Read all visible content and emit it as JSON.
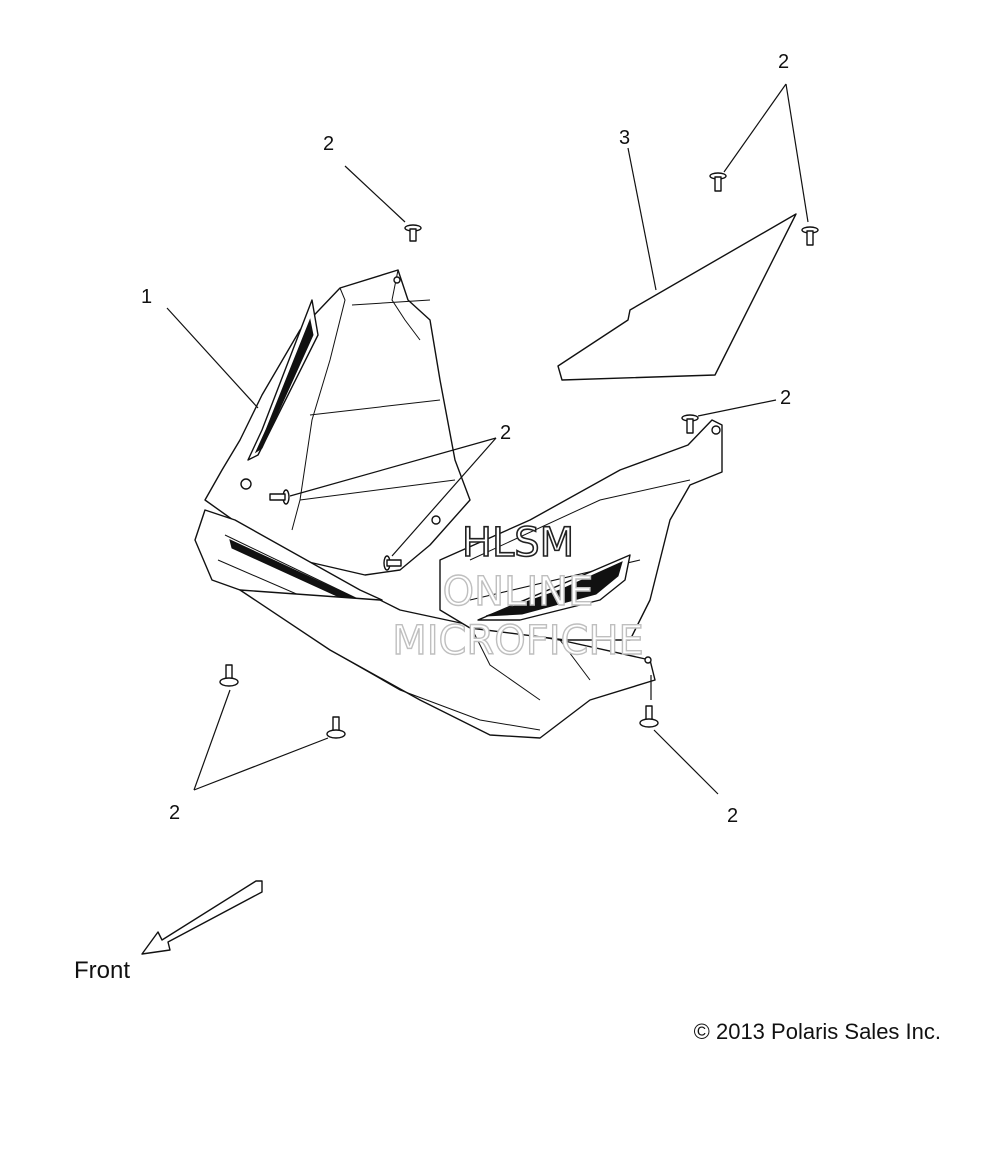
{
  "diagram": {
    "callouts": {
      "c1": "1",
      "c2_top_center": "2",
      "c2_top_right": "2",
      "c3": "3",
      "c2_right": "2",
      "c2_center": "2",
      "c2_bottom_left": "2",
      "c2_bottom_right": "2"
    },
    "front_label": "Front",
    "watermark": {
      "line1": "HLSM",
      "line2": "ONLINE",
      "line3": "MICROFICHE"
    },
    "copyright": "© 2013 Polaris Sales Inc."
  }
}
